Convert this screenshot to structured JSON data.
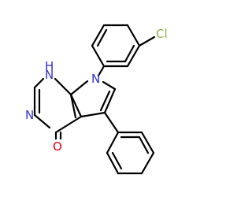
{
  "molecule": {
    "atoms": {
      "cl": {
        "text": "Cl",
        "color": "#8db33f"
      },
      "n7": {
        "text": "N",
        "color": "#2f2fcf"
      },
      "nh": {
        "text": "N",
        "color": "#2f2fcf"
      },
      "h": {
        "text": "H",
        "color": "#2f2fcf"
      },
      "n3": {
        "text": "N",
        "color": "#2f2fcf"
      },
      "o": {
        "text": "O",
        "color": "#e8000b"
      }
    }
  }
}
